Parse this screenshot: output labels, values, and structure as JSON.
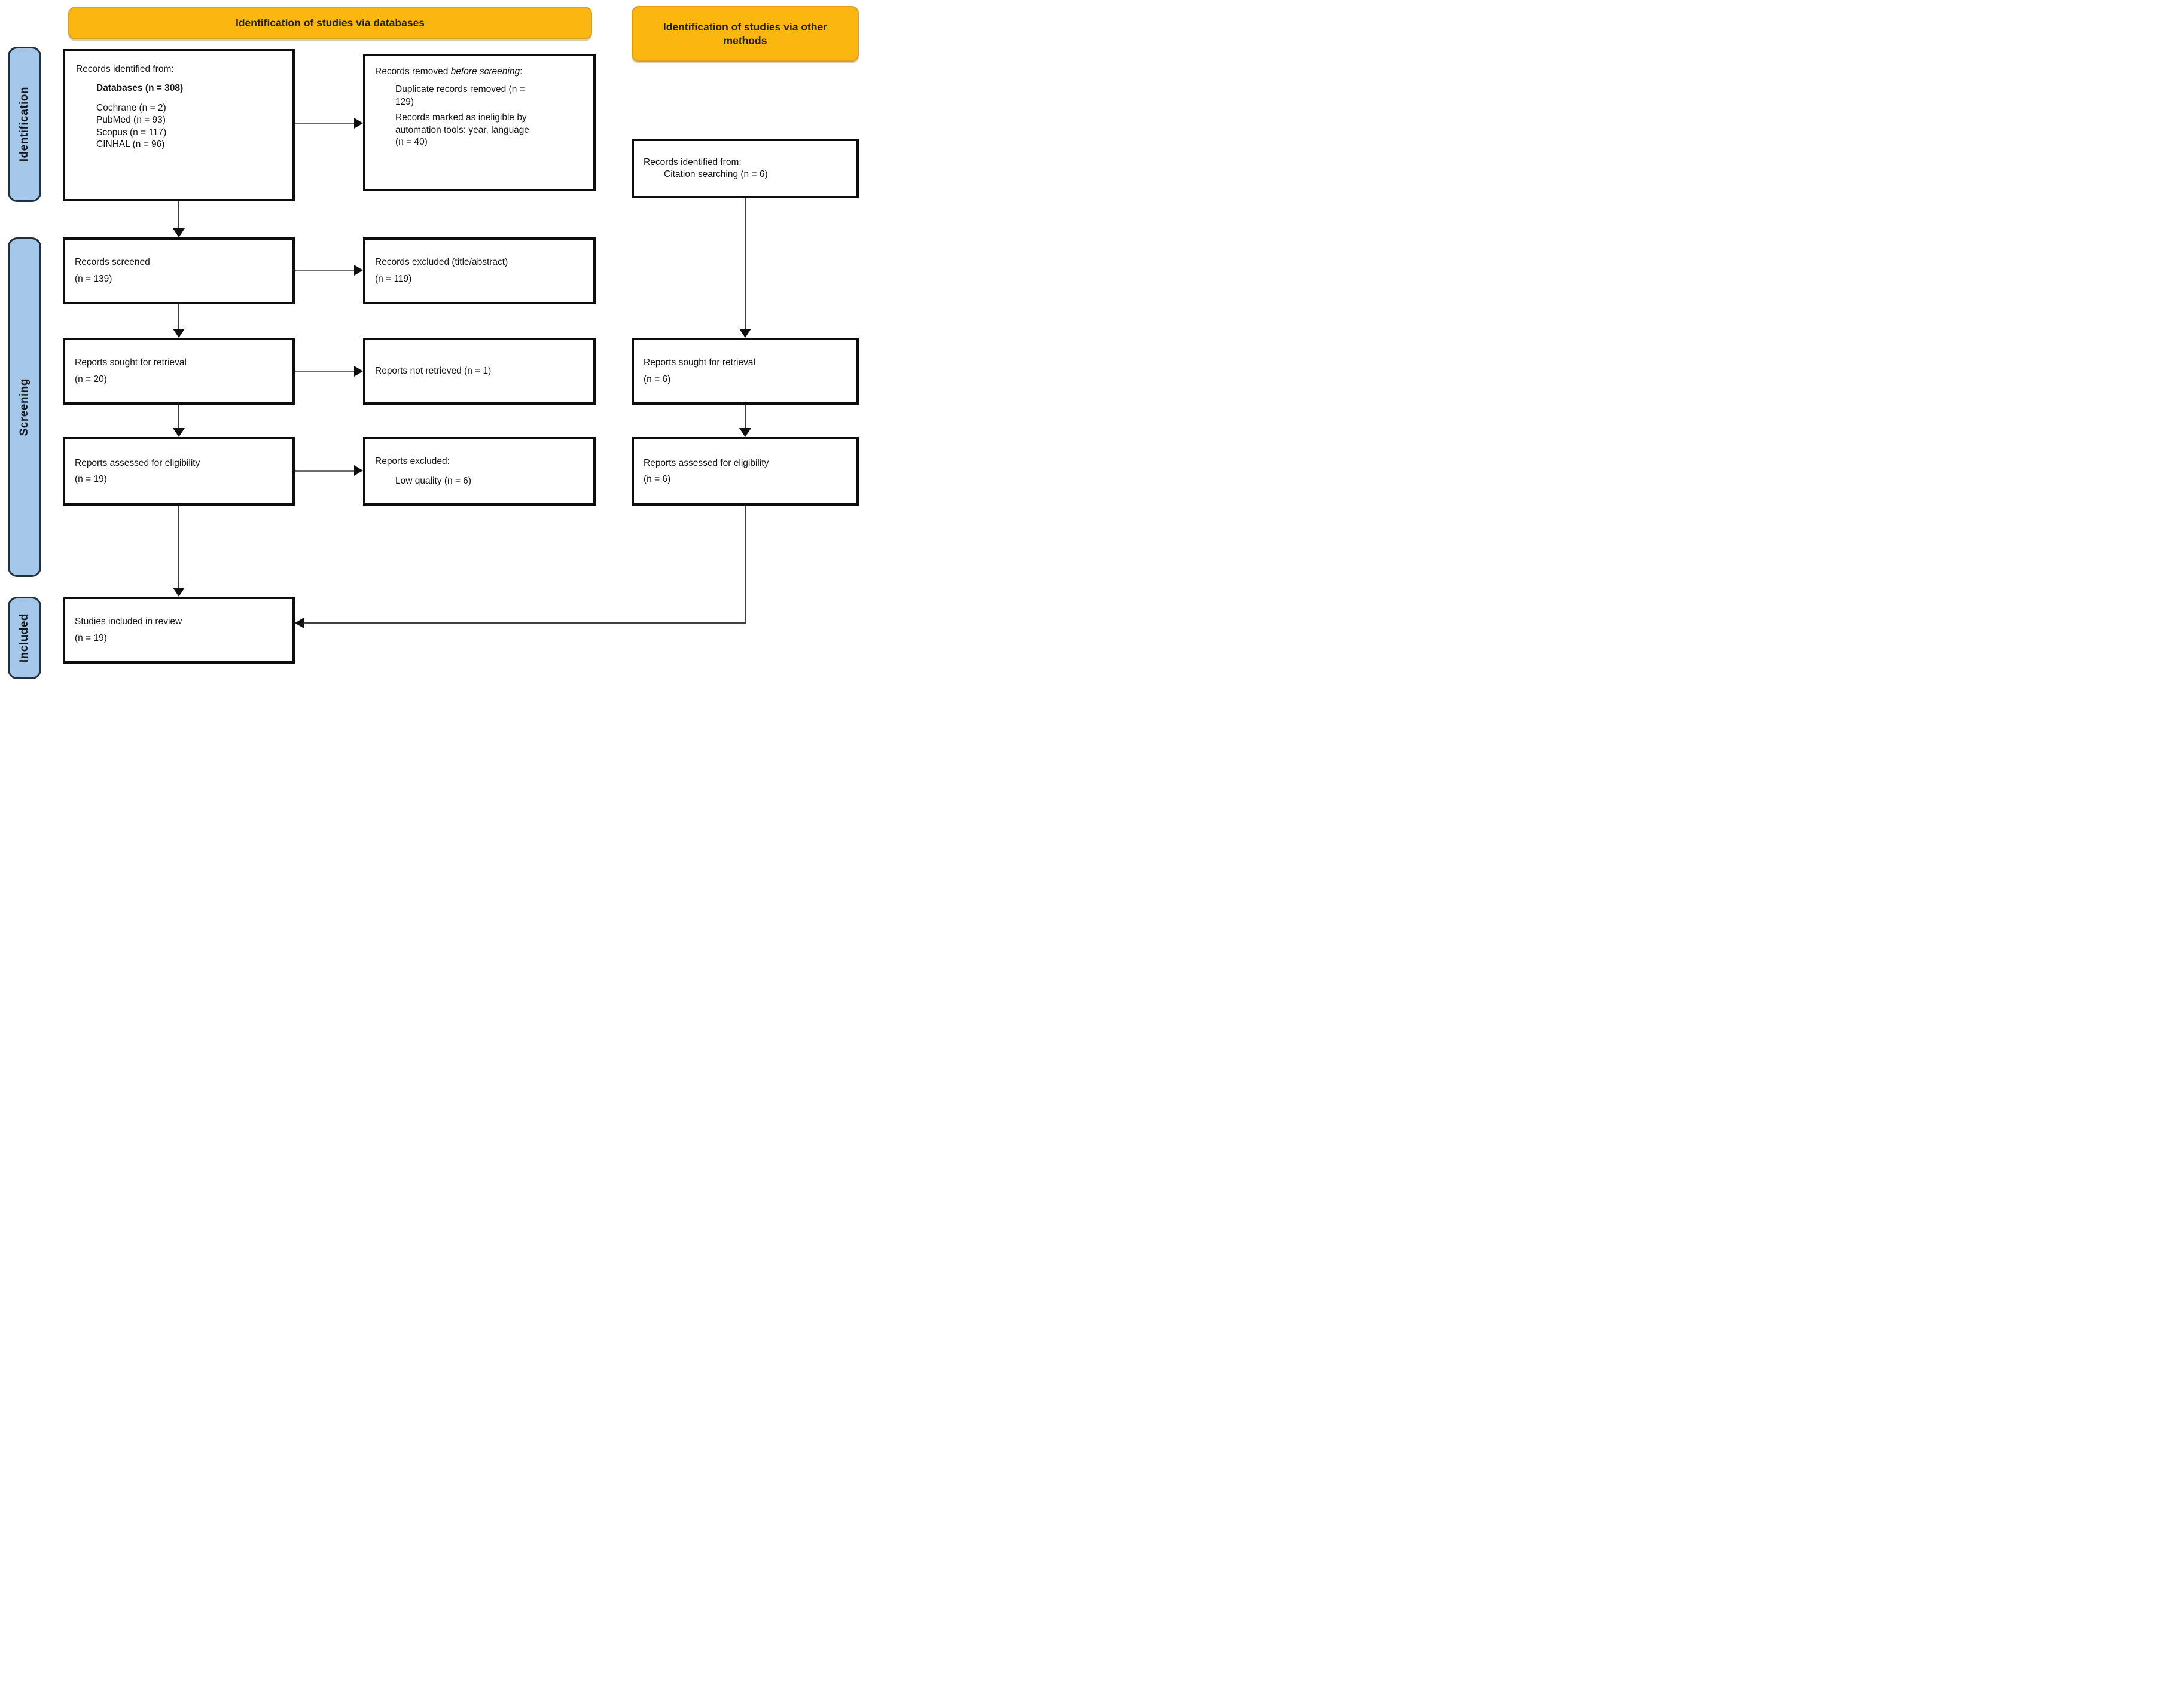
{
  "colors": {
    "header_fill": "#FBB70F",
    "header_border": "#DC9E1B",
    "stage_fill": "#A5C8EA",
    "stage_border": "#22303E",
    "box_border": "#0D0D0D",
    "text": "#141414",
    "arrow_line": "#3F3F3F",
    "arrow_head": "#101010"
  },
  "headers": {
    "databases": "Identification of studies via databases",
    "other_methods": "Identification of studies via other methods"
  },
  "stages": {
    "identification": "Identification",
    "screening": "Screening",
    "included": "Included"
  },
  "boxes": {
    "records_identified": {
      "intro": "Records identified from:",
      "databases_total": "Databases (n = 308)",
      "sources": [
        "Cochrane (n = 2)",
        "PubMed (n = 93)",
        "Scopus (n = 117)",
        "CINHAL (n = 96)"
      ]
    },
    "records_removed": {
      "intro_prefix": "Records removed ",
      "intro_italic": "before screening",
      "intro_suffix": ":",
      "items": [
        "Duplicate records removed (n = 129)",
        "Records marked as ineligible by automation tools: year, language (n = 40)"
      ]
    },
    "citation_identified": {
      "intro": "Records identified from:",
      "detail": "Citation searching (n = 6)"
    },
    "records_screened": {
      "line1": "Records screened",
      "line2": "(n = 139)"
    },
    "records_excluded": {
      "line1": "Records excluded (title/abstract)",
      "line2": "(n = 119)"
    },
    "reports_sought": {
      "line1": "Reports sought for retrieval",
      "line2": "(n = 20)"
    },
    "reports_not_retrieved": {
      "line1": "Reports not retrieved (n = 1)"
    },
    "reports_sought_other": {
      "line1": "Reports sought for retrieval",
      "line2": "(n = 6)"
    },
    "reports_assessed": {
      "line1": "Reports assessed for eligibility",
      "line2": "(n = 19)"
    },
    "reports_excluded": {
      "intro": "Reports excluded:",
      "items": [
        "Low quality (n = 6)"
      ]
    },
    "reports_assessed_other": {
      "line1": "Reports assessed for eligibility",
      "line2": "(n = 6)"
    },
    "studies_included": {
      "line1": "Studies included in review",
      "line2": "(n = 19)"
    }
  }
}
